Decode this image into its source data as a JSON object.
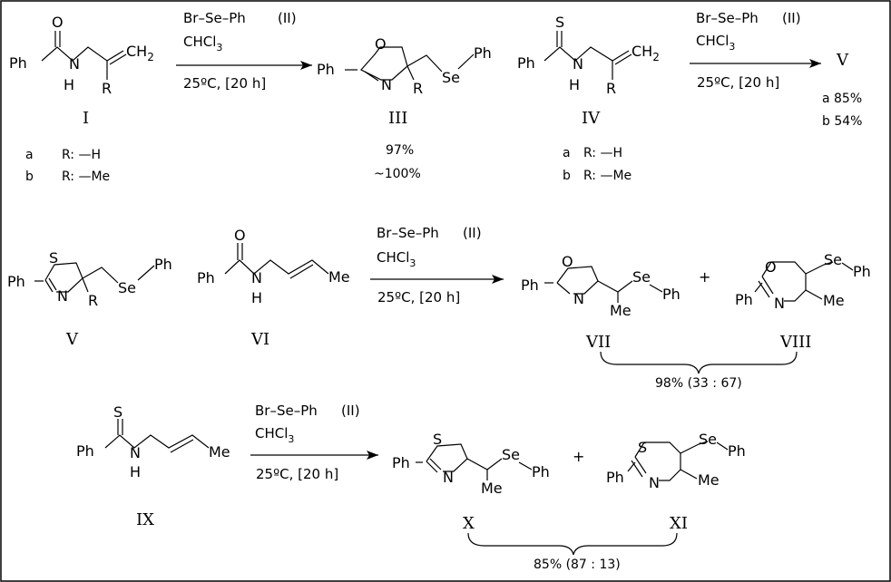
{
  "reagent": {
    "name": "Br–Se–Ph",
    "code": "(II)",
    "solvent_main": "CHCl",
    "solvent_sub": "3",
    "temp": "25ºC, [20 h]"
  },
  "atoms": {
    "O": "O",
    "S": "S",
    "N": "N",
    "H": "H",
    "Se": "Se",
    "Ph": "Ph",
    "R": "R",
    "Me": "Me",
    "CH2": "CH",
    "CH2_sub": "2",
    "plus": "+"
  },
  "compounds": {
    "I": "I",
    "III": "III",
    "IV": "IV",
    "V": "V",
    "VI": "VI",
    "VII": "VII",
    "VIII": "VIII",
    "IX": "IX",
    "X": "X",
    "XI": "XI"
  },
  "substituents": {
    "a_label": "a",
    "b_label": "b",
    "a_r": "R: —H",
    "b_r": "R: —Me"
  },
  "yields": {
    "III_a": "97%",
    "III_b": "~100%",
    "V_a": "a  85%",
    "V_b": "b  54%",
    "VII_VIII": "98% (33 : 67)",
    "X_XI": "85% (87 : 13)"
  }
}
